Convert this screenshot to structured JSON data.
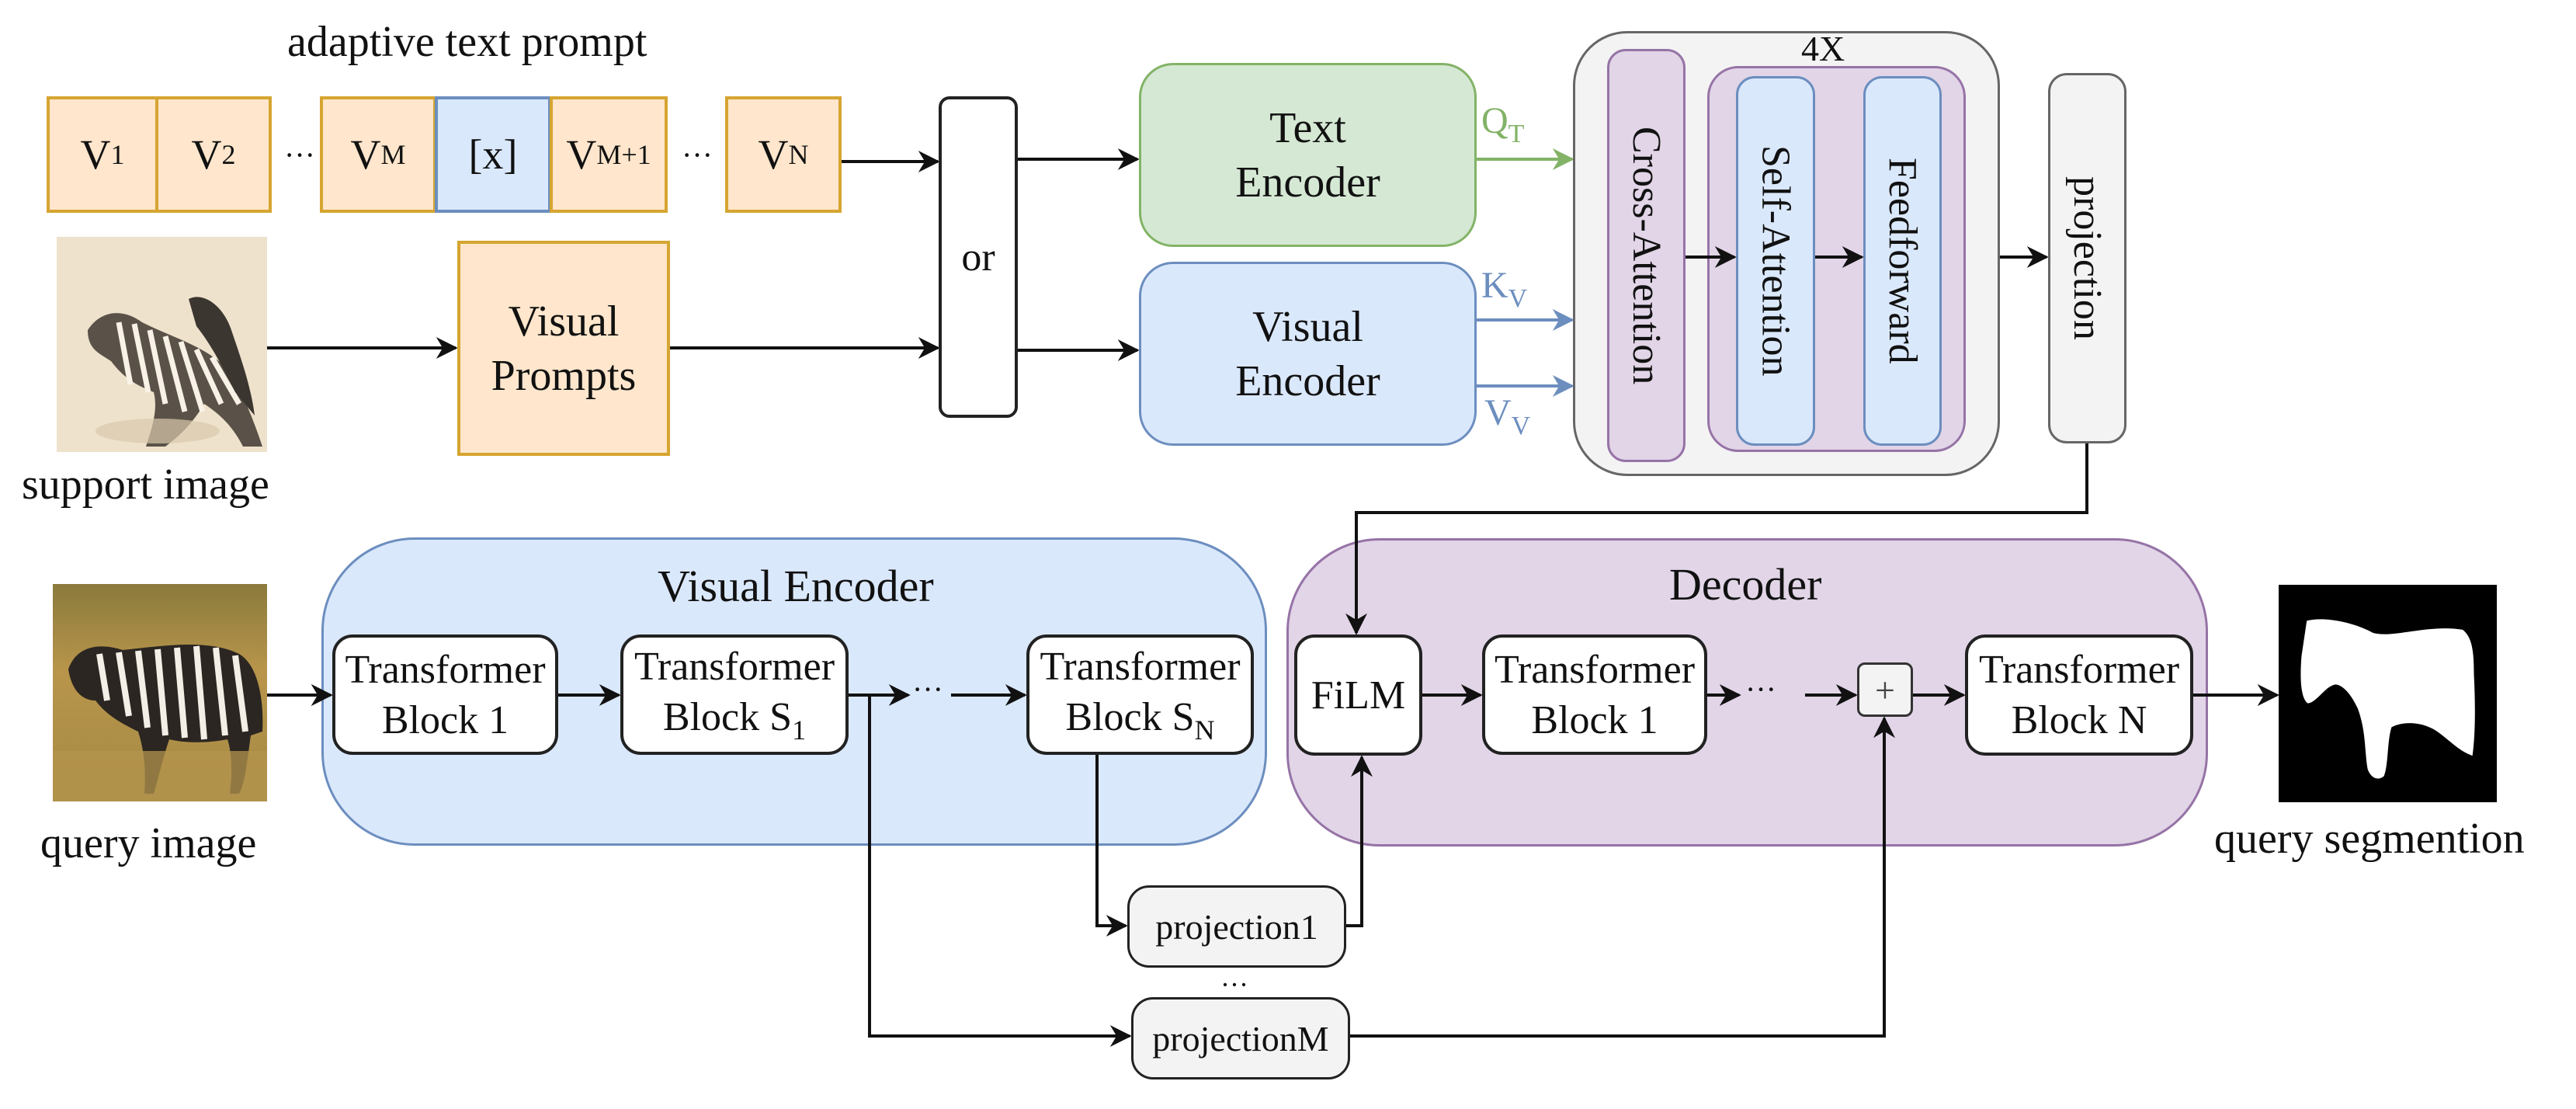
{
  "figure": {
    "adaptive_prompt_label": "adaptive text prompt",
    "tokens": [
      {
        "base": "V",
        "sub": "1",
        "kind": "learnable"
      },
      {
        "base": "V",
        "sub": "2",
        "kind": "learnable"
      },
      {
        "base": "V",
        "sub": "M",
        "kind": "learnable"
      },
      {
        "base": "[x]",
        "sub": "",
        "kind": "class"
      },
      {
        "base": "V",
        "sub": "M+1",
        "kind": "learnable"
      },
      {
        "base": "V",
        "sub": "N",
        "kind": "learnable"
      }
    ],
    "ellipsis": "···",
    "support_image_label": "support image",
    "visual_prompts_label": [
      "Visual",
      "Prompts"
    ],
    "or_label": "or",
    "text_encoder_label": [
      "Text",
      "Encoder"
    ],
    "visual_encoder_top_label": [
      "Visual",
      "Encoder"
    ],
    "q_label": {
      "base": "Q",
      "sub": "T"
    },
    "k_label": {
      "base": "K",
      "sub": "V"
    },
    "v_label": {
      "base": "V",
      "sub": "V"
    },
    "repeat_label": "4X",
    "cross_attention_label": "Cross-Attention",
    "self_attention_label": "Self-Attention",
    "feedforward_label": "Feedforward",
    "projection_label": "projection",
    "query_image_label": "query image",
    "visual_encoder": {
      "title": "Visual Encoder",
      "blocks": [
        {
          "line1": "Transformer",
          "line2": "Block ",
          "sub": "1",
          "plain": "1"
        },
        {
          "line1": "Transformer",
          "line2": "Block S",
          "sub": "1"
        },
        {
          "line1": "Transformer",
          "line2": "Block S",
          "sub": "N"
        }
      ]
    },
    "decoder": {
      "title": "Decoder",
      "film_label": "FiLM",
      "plus_label": "+",
      "blocks": [
        {
          "line1": "Transformer",
          "line2": "Block 1"
        },
        {
          "line1": "Transformer",
          "line2": "Block N"
        }
      ]
    },
    "projection1_label": "projection1",
    "projectionM_label": "projectionM",
    "query_segmentation_label": "query segmention"
  },
  "colors": {
    "orange_fill": "#ffe6cc",
    "orange_stroke": "#d6a531",
    "blue_fill": "#dae8fc",
    "blue_stroke": "#6c8ebf",
    "green_fill": "#d5e8d4",
    "green_stroke": "#82b366",
    "purple_fill": "#e1d5e7",
    "purple_stroke": "#9673a6",
    "gray_fill": "#f3f3f3",
    "gray_stroke": "#666666"
  }
}
